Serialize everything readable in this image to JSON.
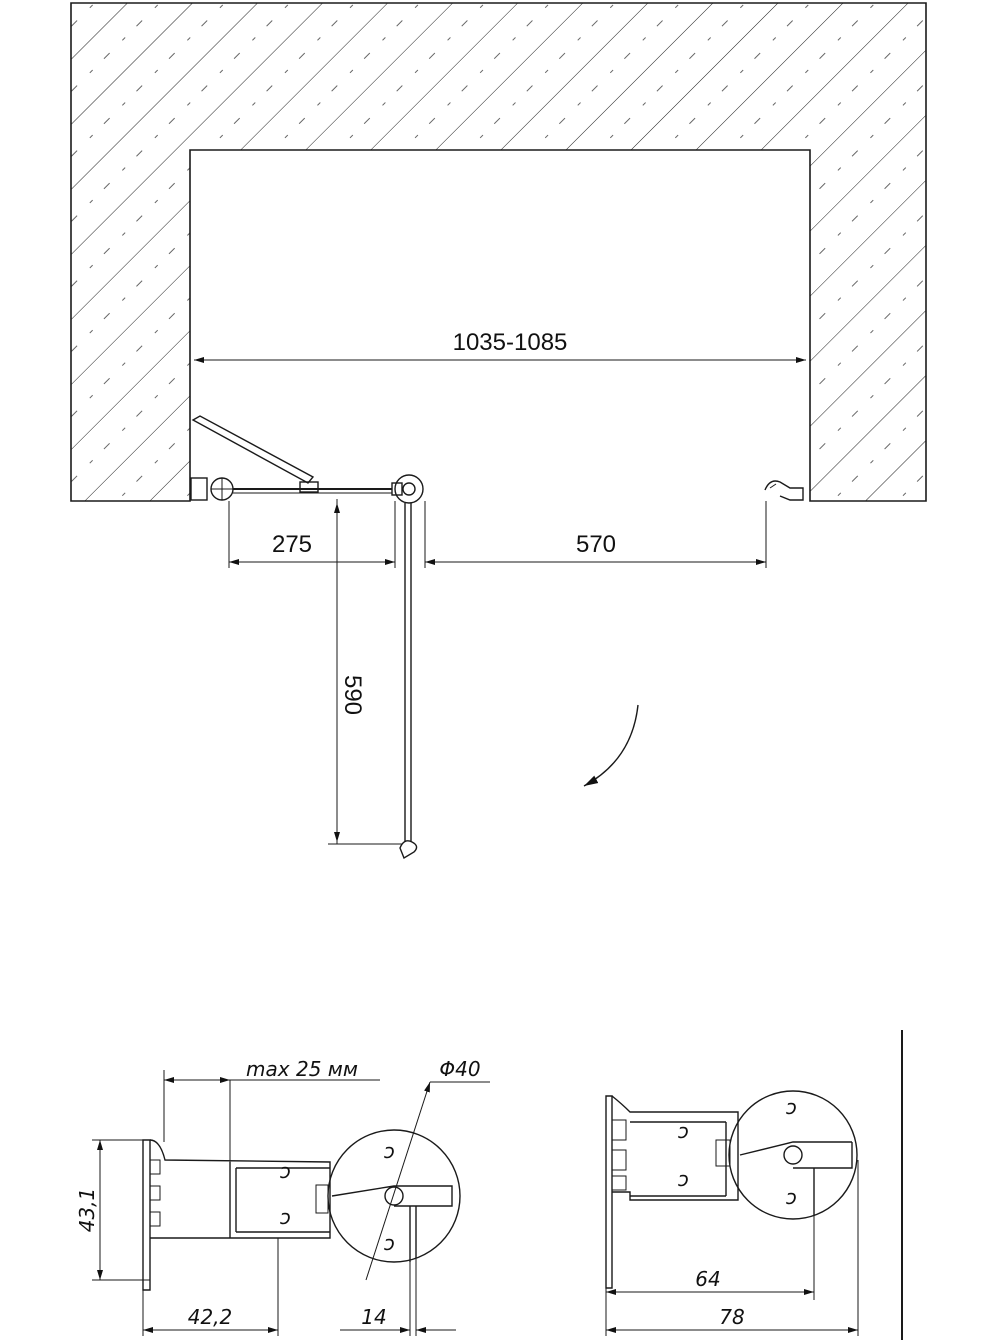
{
  "top_view": {
    "dim_opening": "1035-1085",
    "dim_left": "275",
    "dim_right": "570",
    "dim_depth": "590"
  },
  "detail_left": {
    "dim_max": "max 25 мм",
    "dim_diameter": "Φ40",
    "dim_height": "43,1",
    "dim_width": "42,2",
    "dim_offset": "14"
  },
  "detail_right": {
    "dim_inner": "64",
    "dim_outer": "78"
  }
}
